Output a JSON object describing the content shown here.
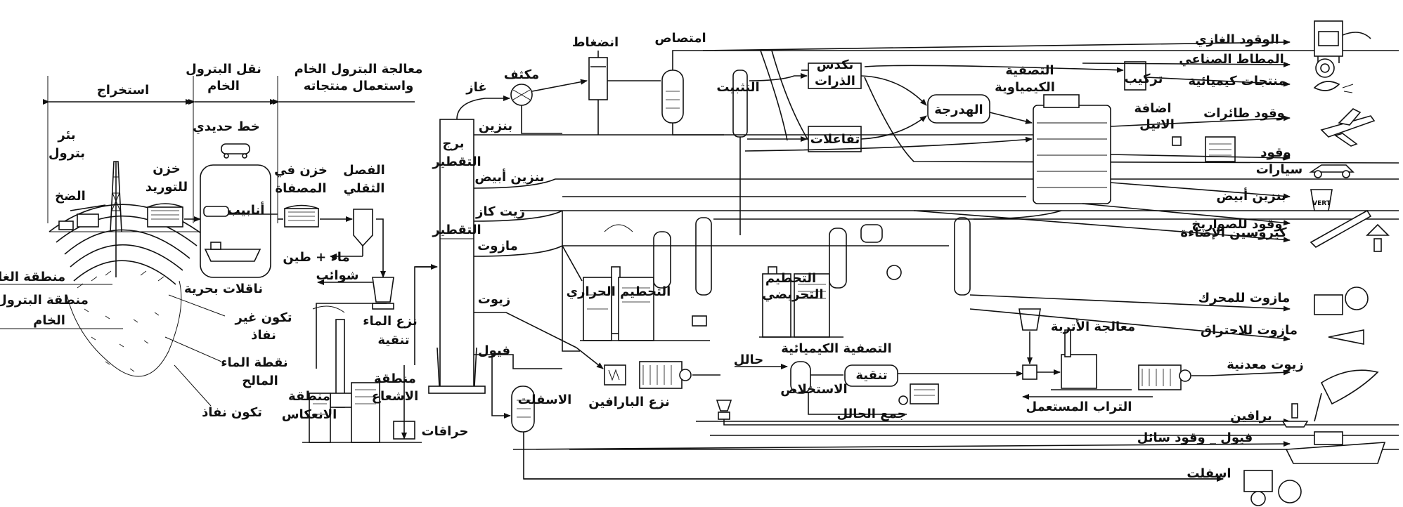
{
  "sections": {
    "extraction": "استخراج",
    "transport": [
      "نقل البترول",
      "الخام"
    ],
    "refining": [
      "معالجة البترول الخام",
      "واستعمال منتجاته"
    ]
  },
  "geology": {
    "well": [
      "بئر",
      "بترول"
    ],
    "pumping": "الضخ",
    "storage_export": [
      "خزن",
      "للتوريد"
    ],
    "gas_zone": "منطقة الغاز",
    "oil_zone": [
      "منطقة البترول",
      "الخام"
    ],
    "impermeable": [
      "تكون غير",
      "نفاذ"
    ],
    "salt_water": [
      "نقطة الماء",
      "المالح"
    ],
    "permeable": "تكون نفاذ"
  },
  "transport": {
    "rail": "خط حديدي",
    "pipes": "أنابيب",
    "tankers": "ناقلات بحرية",
    "refinery_storage": [
      "خزن في",
      "المصفاة"
    ],
    "gravity_separation": [
      "الفصل",
      "الثقلي"
    ],
    "water_clay": "ماء + طين",
    "impurities": "شوائب",
    "dewater": [
      "نزع الماء",
      "تنقية"
    ],
    "radiation_zone": [
      "منطقة",
      "الاشعاع"
    ],
    "reflection_zone": [
      "منطقة",
      "الانعكاس"
    ],
    "burners": "حراقات"
  },
  "tower": {
    "tower": [
      "برج",
      "التقطير"
    ],
    "distillation": "التقطير",
    "gas": "غاز",
    "condenser": "مكثف",
    "gasoline": "بنزين",
    "white_gasoline": "بنزين أبيض",
    "kerosene": "زيت كاز",
    "mazut": "مازوت",
    "oils": "زيوت",
    "fuel": "فيول",
    "asphalt": "الاسفلت"
  },
  "processes": {
    "compression": "انضغاط",
    "absorption": "امتصاص",
    "stabilization": "التثبيت",
    "polymerization": [
      "تكدس",
      "الذرات"
    ],
    "reactions": "تفاعلات",
    "hydrogenation": "الهدرجة",
    "chemical_refining_top": [
      "التصفية",
      "الكيمياوية"
    ],
    "blending": "تركيب",
    "tetraethyl": [
      "اضافة",
      "الاتيل"
    ],
    "thermal_cracking": "التحطيم الحراري",
    "catalytic_cracking": [
      "التحطيم",
      "التحريضي"
    ],
    "dewaxing": "نزع البارافين",
    "solvent": "حالل",
    "extraction": "الاستخلاص",
    "solvent_recovery": "جمع الحالل",
    "chemical_refining": "التصفية الكيميائية",
    "purification": "تنقية",
    "soil_treatment": "معالجة الأتربة",
    "used_soil": "التراب المستعمل"
  },
  "products": {
    "gas_fuel": "الوقود الغازي",
    "synthetic_rubber": "المطاط الصناعي",
    "chemicals": "منتجات كيميائية",
    "aviation_fuel": "وقود طائرات",
    "car_fuel": [
      "وقود",
      "سيارات"
    ],
    "white_gasoline": "بنزين أبيض",
    "rocket_fuel": "وقود للصواريخ",
    "lamp_kerosene": "كيروسين الإضاءة",
    "engine_mazut": "مازوت للمحرك",
    "burning_mazut": "مازوت للاحتراق",
    "mineral_oils": "زيوت معدنية",
    "paraffin": "برافين",
    "liquid_fuel": "فيول _ وقود سائل",
    "asphalt": "اسفلت",
    "vert_can": "VERT"
  }
}
